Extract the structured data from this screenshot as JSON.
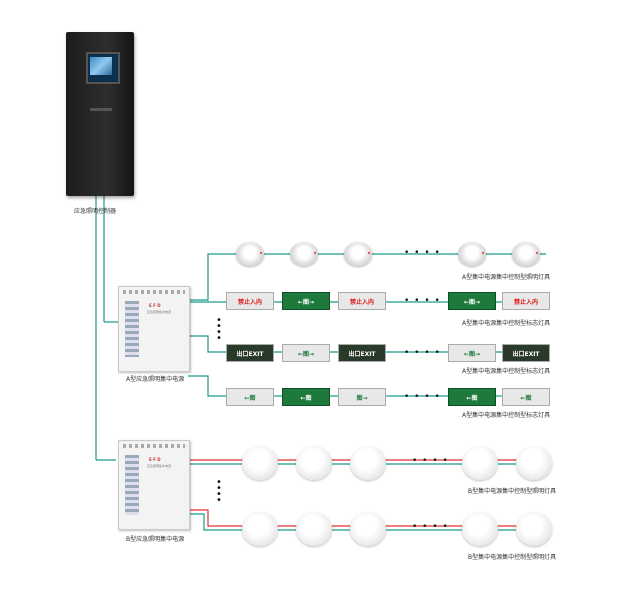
{
  "labels": {
    "controller": "应急照明控制器",
    "panel_a": "A型应急照明集中电源",
    "panel_b": "B型应急照明集中电源",
    "row_a1": "A型集中电源集中控制型照明灯具",
    "row_a2": "A型集中电源集中控制型标志灯具",
    "row_a3": "A型集中电源集中控制型标志灯具",
    "row_a4": "A型集中电源集中控制型标志灯具",
    "row_b1": "B型集中电源集中控制型照明灯具",
    "row_b2": "B型集中电源集中控制型照明灯具"
  },
  "signs": {
    "no_entry": "禁止入内",
    "arrow_both": "←图→",
    "exit_right": "出口EXIT",
    "arrow_left": "←图",
    "arrow_right": "图→"
  },
  "panel_text": {
    "logo": "E F D",
    "subtitle": "应急照明集中电源"
  },
  "ellipsis": "• • • •",
  "vertical_dots": "•\n•\n•\n•",
  "colors": {
    "wire_teal": "#1a9a8c",
    "wire_red": "#d33",
    "sign_green": "#1d7a3b"
  }
}
